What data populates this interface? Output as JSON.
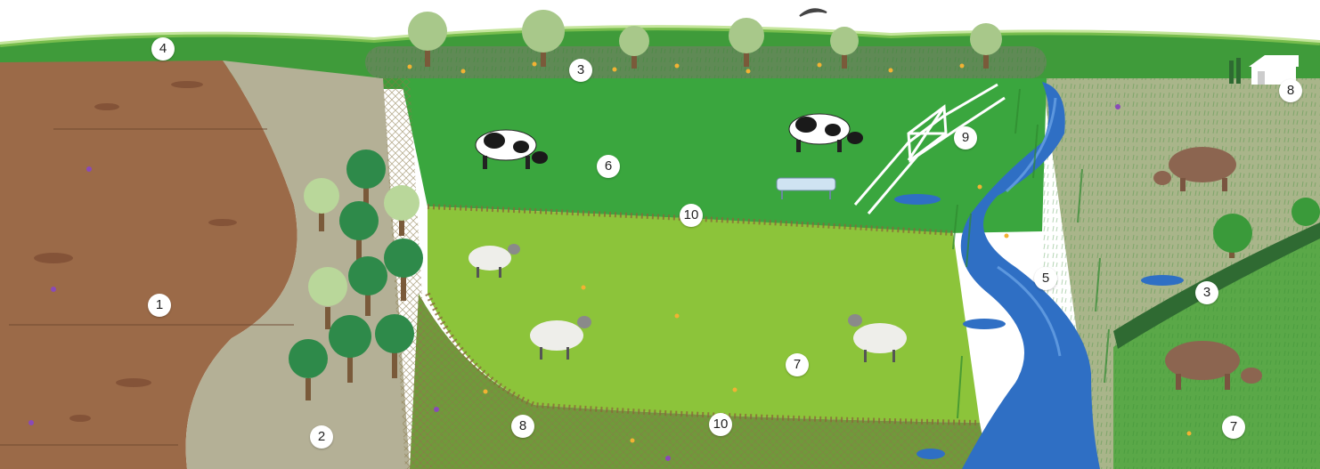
{
  "scene": {
    "colors": {
      "sky": "#ffffff",
      "hill": "#3f9b3a",
      "pasture_top": "#3aa63e",
      "pasture_mid": "#8cc43a",
      "bare_soil": "#9b6a48",
      "degraded_grey": "#b4b096",
      "stream": "#2f6fc4",
      "right_field": "#a9b58a",
      "right_lower": "#5aa848"
    },
    "icons": [
      "dairy-cow-icon",
      "sheep-icon",
      "brown-cow-icon",
      "water-trough-icon",
      "gate-icon",
      "farmhouse-icon",
      "bird-icon",
      "tree-icon",
      "hedgerow-icon"
    ]
  },
  "markers": {
    "m1": "1",
    "m2": "2",
    "m3_hedge_top": "3",
    "m3_hedge_right": "3",
    "m4": "4",
    "m5": "5",
    "m6": "6",
    "m7_center": "7",
    "m7_right": "7",
    "m8_house": "8",
    "m8_wetland": "8",
    "m9": "9",
    "m10_top": "10",
    "m10_bottom": "10"
  }
}
